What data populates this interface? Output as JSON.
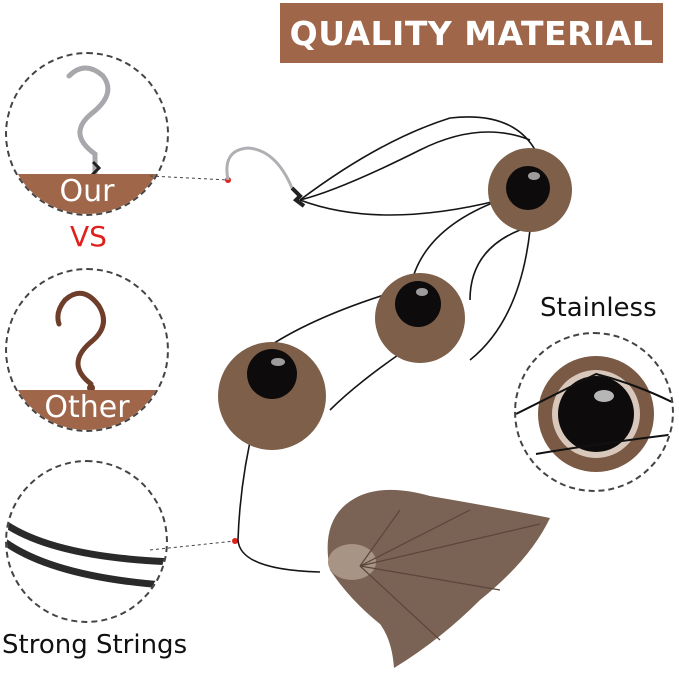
{
  "banner": {
    "title": "QUALITY MATERIAL"
  },
  "compare": {
    "our_label": "Our",
    "vs_label": "VS",
    "other_label": "Other"
  },
  "features": {
    "stainless_label": "Stainless",
    "strings_label": "Strong Strings"
  },
  "colors": {
    "brand": "#a0664a",
    "vs_red": "#e0201c",
    "bronze": "#7a5a45",
    "bead": "#1a1416"
  }
}
